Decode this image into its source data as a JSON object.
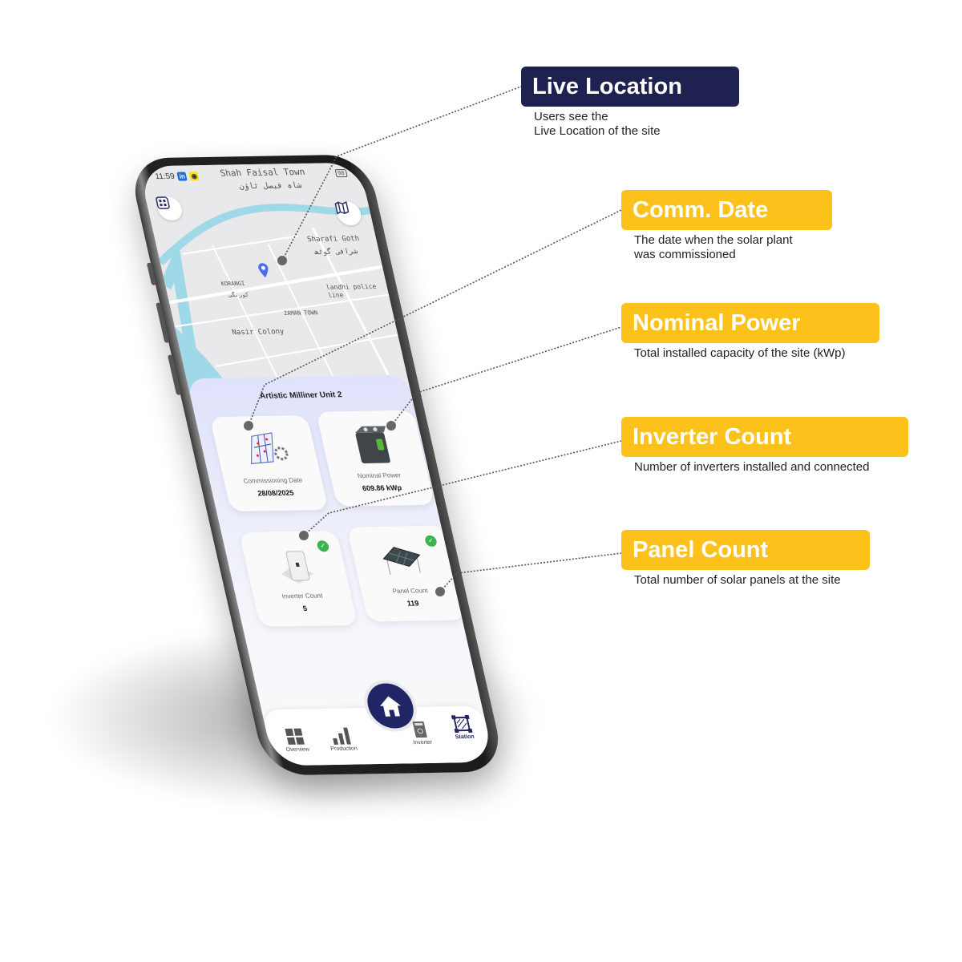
{
  "colors": {
    "navy": "#1f2150",
    "yellow": "#fcc21b",
    "map_water": "#9fd9e8",
    "ok_green": "#3cb44b"
  },
  "phone": {
    "status": {
      "time": "11:59",
      "battery": "98"
    },
    "map": {
      "labels": [
        "Shah Faisal Town",
        "شاہ فیصل ٹاؤن",
        "Sharafi Goth",
        "شرافی گوٹھ",
        "KORANGI",
        "کورنگی",
        "landhi police line",
        "ZAMAN TOWN",
        "Nasir Colony"
      ]
    },
    "site_name": "Artistic Milliner Unit 2",
    "cards": [
      {
        "label": "Commissioning Date",
        "value": "28/08/2025",
        "icon": "calendar-gear-icon"
      },
      {
        "label": "Nominal Power",
        "value": "609.86 kWp",
        "icon": "battery-box-icon"
      },
      {
        "label": "Inverter Count",
        "value": "5",
        "icon": "inverter-icon"
      },
      {
        "label": "Panel Count",
        "value": "119",
        "icon": "solar-panel-icon"
      }
    ],
    "nav": [
      "Overview",
      "Production",
      "Inverter",
      "Station"
    ]
  },
  "callouts": [
    {
      "title": "Live Location",
      "desc": "Users see the\nLive Location of the site"
    },
    {
      "title": "Comm. Date",
      "desc": "The date when the solar plant\nwas commissioned"
    },
    {
      "title": "Nominal Power",
      "desc": "Total installed capacity of the site (kWp)"
    },
    {
      "title": "Inverter Count",
      "desc": "Number of inverters installed and connected"
    },
    {
      "title": "Panel Count",
      "desc": "Total number of solar panels at the site"
    }
  ]
}
